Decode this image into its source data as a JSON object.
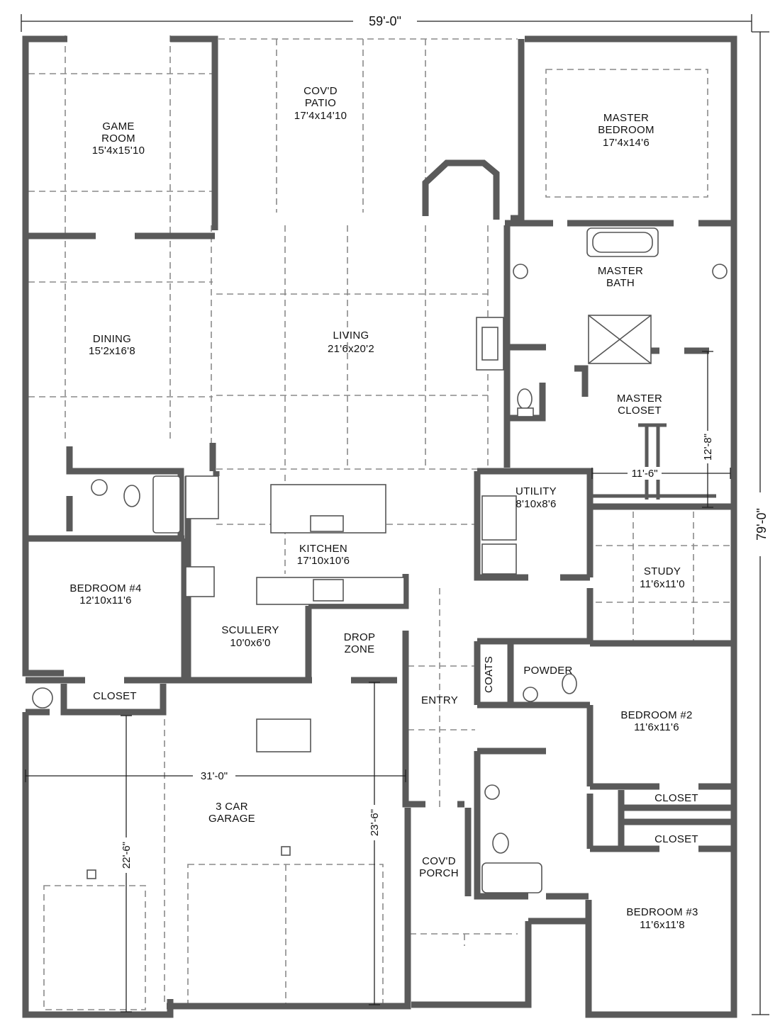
{
  "plan": {
    "overall_width": "59'-0\"",
    "overall_depth": "79'-0\"",
    "rooms": [
      {
        "id": "game-room",
        "name": "GAME\nROOM",
        "size": "15'4x15'10"
      },
      {
        "id": "covd-patio",
        "name": "COV'D\nPATIO",
        "size": "17'4x14'10"
      },
      {
        "id": "master-bedroom",
        "name": "MASTER\nBEDROOM",
        "size": "17'4x14'6"
      },
      {
        "id": "master-bath",
        "name": "MASTER\nBATH",
        "size": ""
      },
      {
        "id": "dining",
        "name": "DINING",
        "size": "15'2x16'8"
      },
      {
        "id": "living",
        "name": "LIVING",
        "size": "21'6x20'2"
      },
      {
        "id": "master-closet",
        "name": "MASTER\nCLOSET",
        "size": ""
      },
      {
        "id": "utility",
        "name": "UTILITY",
        "size": "8'10x8'6"
      },
      {
        "id": "kitchen",
        "name": "KITCHEN",
        "size": "17'10x10'6"
      },
      {
        "id": "bedroom-4",
        "name": "BEDROOM #4",
        "size": "12'10x11'6"
      },
      {
        "id": "study",
        "name": "STUDY",
        "size": "11'6x11'0"
      },
      {
        "id": "scullery",
        "name": "SCULLERY",
        "size": "10'0x6'0"
      },
      {
        "id": "drop-zone",
        "name": "DROP\nZONE",
        "size": ""
      },
      {
        "id": "powder",
        "name": "POWDER",
        "size": ""
      },
      {
        "id": "closet-garage",
        "name": "CLOSET",
        "size": ""
      },
      {
        "id": "entry",
        "name": "ENTRY",
        "size": ""
      },
      {
        "id": "bedroom-2",
        "name": "BEDROOM #2",
        "size": "11'6x11'6"
      },
      {
        "id": "closet-bed2",
        "name": "CLOSET",
        "size": ""
      },
      {
        "id": "closet-bed3",
        "name": "CLOSET",
        "size": ""
      },
      {
        "id": "garage",
        "name": "3 CAR\nGARAGE",
        "size": ""
      },
      {
        "id": "covd-porch",
        "name": "COV'D\nPORCH",
        "size": ""
      },
      {
        "id": "bedroom-3",
        "name": "BEDROOM #3",
        "size": "11'6x11'8"
      }
    ],
    "coats_label": "COATS",
    "dimensions": {
      "closet_width": "11'-6\"",
      "closet_depth": "12'-8\"",
      "garage_width": "31'-0\"",
      "garage_depth_left": "22'-6\"",
      "garage_depth_right": "23'-6\""
    }
  }
}
